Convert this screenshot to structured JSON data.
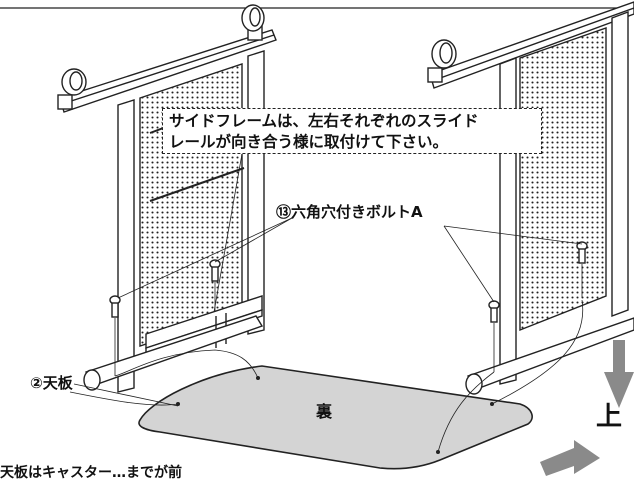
{
  "callout": {
    "line1": "サイドフレームは、左右それぞれのスライド",
    "line2": "レールが向き合う様に取付けて下さい。"
  },
  "labels": {
    "bolt": "⑬六角穴付きボルトA",
    "top_board": "②天板",
    "back_side": "裏",
    "up": "上",
    "bottom_cut": "天板はキャスター…までが前"
  },
  "colors": {
    "line": "#222222",
    "panel_fill": "#d4d4d4",
    "arrow_fill": "#8a8a8a"
  }
}
